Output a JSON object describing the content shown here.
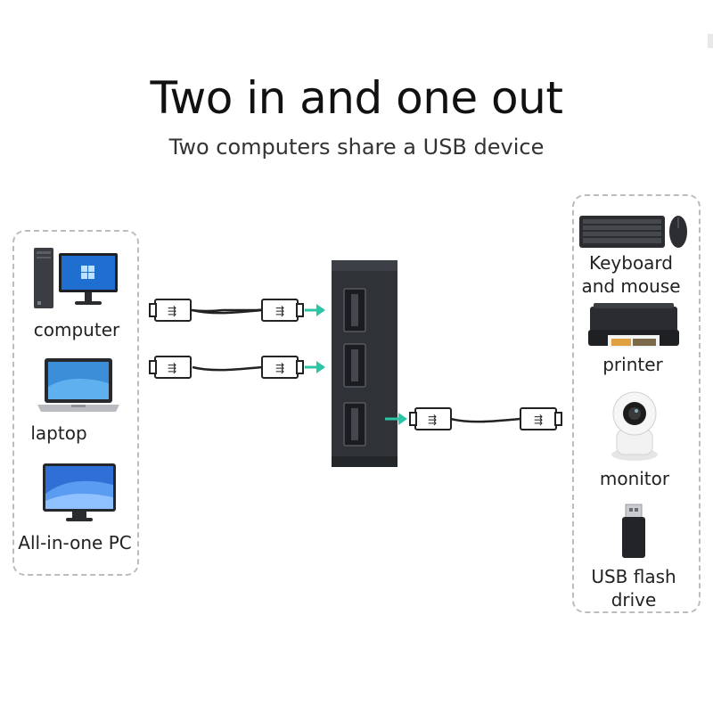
{
  "header": {
    "title": "Two in and one out",
    "subtitle": "Two computers share a USB device"
  },
  "inputs": [
    {
      "label": "computer",
      "icon": "desktop-computer-icon"
    },
    {
      "label": "laptop",
      "icon": "laptop-icon"
    },
    {
      "label": "All-in-one PC",
      "icon": "all-in-one-pc-icon"
    }
  ],
  "outputs": [
    {
      "label": "Keyboard and mouse",
      "icon": "keyboard-mouse-icon"
    },
    {
      "label": "printer",
      "icon": "printer-icon"
    },
    {
      "label": "monitor",
      "icon": "security-camera-icon"
    },
    {
      "label": "USB flash drive",
      "icon": "usb-flash-drive-icon"
    }
  ],
  "colors": {
    "arrow": "#2ec4a6",
    "switch_body": "#2f3236",
    "cable": "#222222",
    "panel_border": "#bcbcbc"
  }
}
